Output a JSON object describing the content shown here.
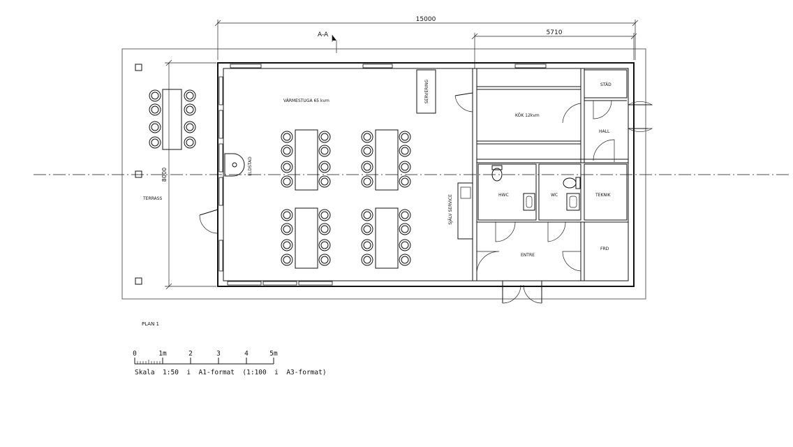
{
  "dimensions": {
    "overall_width": "15000",
    "kitchen_width": "5710",
    "depth": "8000",
    "section_marker": "A-A"
  },
  "rooms": {
    "varmestuga": "VÄRMESTUGA 65 kvm",
    "servering": "SERVERING",
    "elddstad": "ELDSTAD",
    "kok": "KÖK 12kvm",
    "stad": "STÄD",
    "hall": "HALL",
    "hwc": "HWC",
    "wc": "WC",
    "teknik": "TEKNIK",
    "sjalvservice": "SJÄLV SERVICE",
    "entre": "ENTRE",
    "frd": "FRD",
    "terrass": "TERRASS"
  },
  "plan_title": "PLAN 1",
  "scale_bar": {
    "ticks": [
      "0",
      "1m",
      "2",
      "3",
      "4",
      "5m"
    ],
    "caption": "Skala  1:50  i  A1-format  (1:100  i  A3-format)"
  }
}
